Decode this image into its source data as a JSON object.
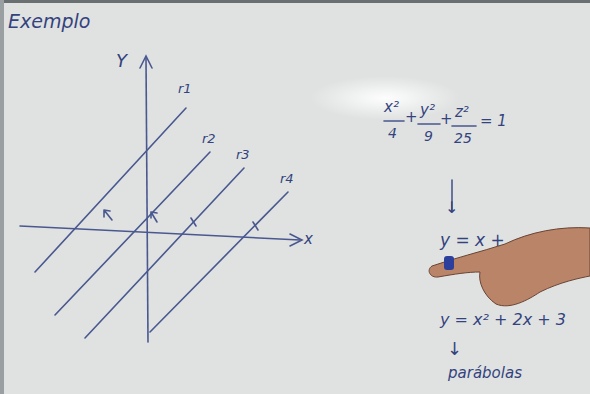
{
  "diagram": {
    "title": "Exemplo",
    "labels": [
      "Y",
      "x",
      "r1",
      "r2",
      "r3",
      "r4",
      "x²",
      "4",
      "+",
      "y²",
      "9",
      "+",
      "z²",
      "25",
      "= 1",
      "↓",
      "y = x +",
      "y = x² + 2x + 3",
      "↓",
      "parábolas"
    ]
  }
}
